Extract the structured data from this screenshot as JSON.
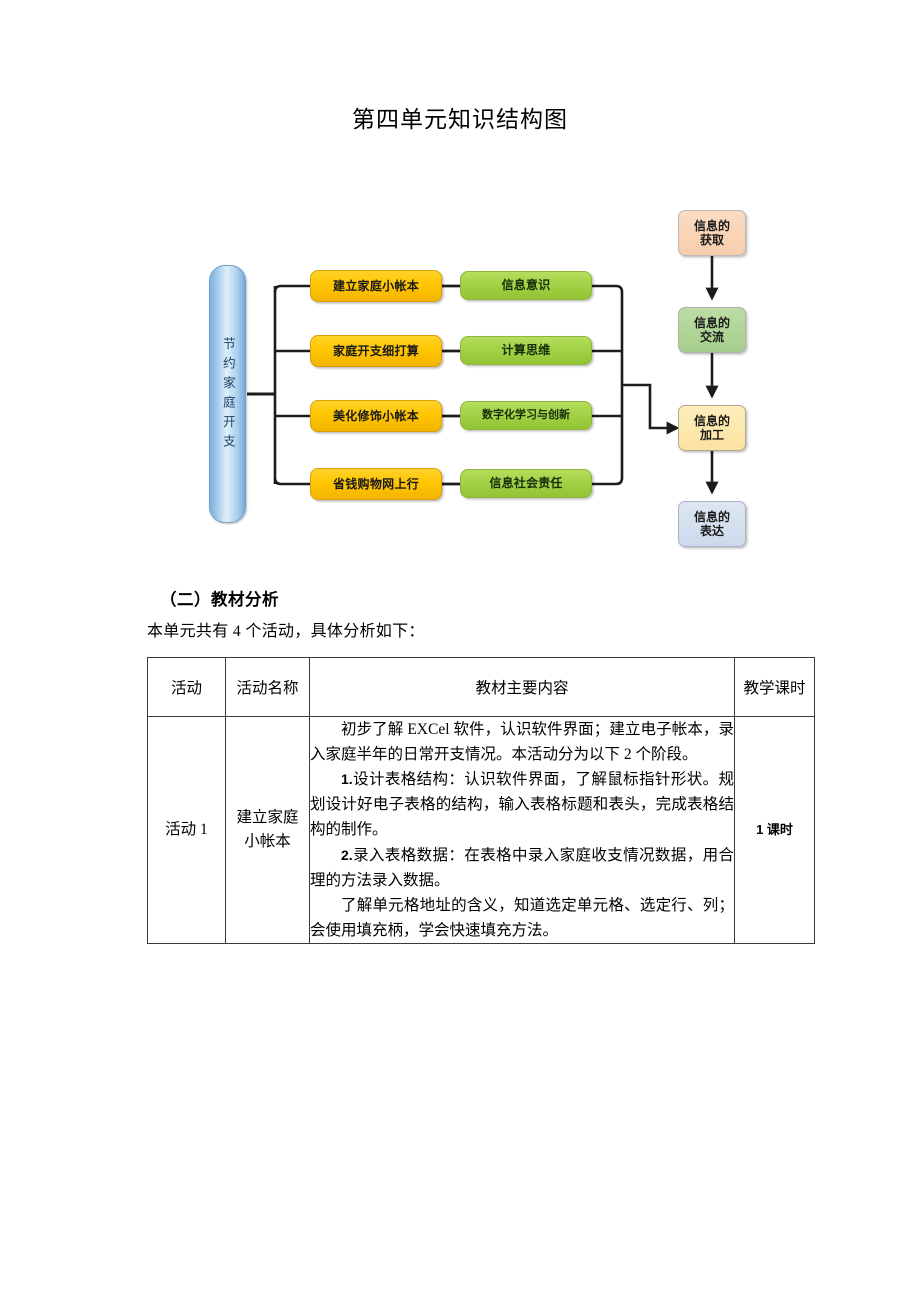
{
  "document": {
    "title": "第四单元知识结构图"
  },
  "diagram": {
    "root": "节约家庭开支",
    "activities": [
      "建立家庭小帐本",
      "家庭开支细打算",
      "美化修饰小帐本",
      "省钱购物网上行"
    ],
    "literacies": [
      "信息意识",
      "计算思维",
      "数字化学习与创新",
      "信息社会责任"
    ],
    "chain": [
      {
        "line1": "信息的",
        "line2": "获取",
        "color": "#f8cdac"
      },
      {
        "line1": "信息的",
        "line2": "交流",
        "color": "#a5ce8b"
      },
      {
        "line1": "信息的",
        "line2": "加工",
        "color": "#fbe3a0"
      },
      {
        "line1": "信息的",
        "line2": "表达",
        "color": "#ccdaeb"
      }
    ]
  },
  "section": {
    "heading": "（二）教材分析",
    "lead": "本单元共有 4 个活动，具体分析如下："
  },
  "table": {
    "headers": [
      "活动",
      "活动名称",
      "教材主要内容",
      "教学课时"
    ],
    "rows": [
      {
        "activity": "活动 1",
        "name_line1": "建立家庭",
        "name_line2": "小帐本",
        "content": {
          "p1": "初步了解 EXCel 软件，认识软件界面；建立电子帐本，录入家庭半年的日常开支情况。本活动分为以下 2 个阶段。",
          "p2_num": "1.",
          "p2": "设计表格结构：认识软件界面，了解鼠标指针形状。规划设计好电子表格的结构，输入表格标题和表头，完成表格结构的制作。",
          "p3_num": "2.",
          "p3": "录入表格数据：在表格中录入家庭收支情况数据，用合理的方法录入数据。",
          "p4": "了解单元格地址的含义，知道选定单元格、选定行、列；会使用填充柄，学会快速填充方法。"
        },
        "hours": "1 课时"
      }
    ]
  }
}
